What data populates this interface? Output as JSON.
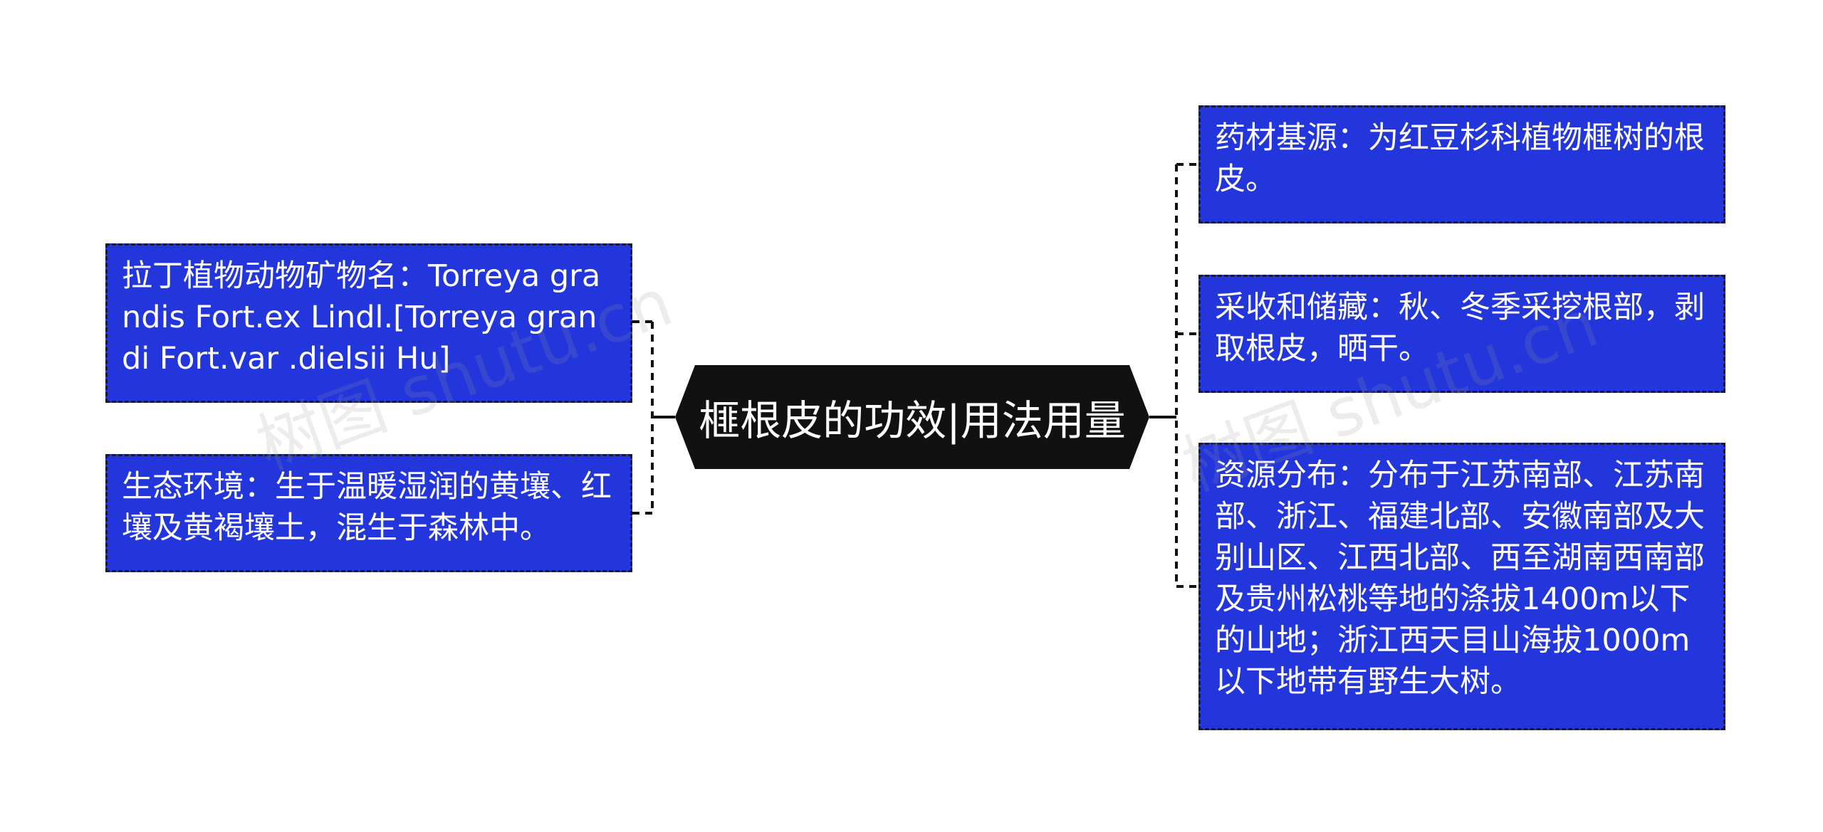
{
  "central_topic": {
    "title": "榧根皮的功效|用法用量"
  },
  "left_branches": [
    {
      "text": "拉丁植物动物矿物名：Torreya grandis Fort.ex Lindl.[Torreya grandi Fort.var .dielsii Hu]"
    },
    {
      "text": "生态环境：生于温暖湿润的黄壤、红壤及黄褐壤土，混生于森林中。"
    }
  ],
  "right_branches": [
    {
      "text": "药材基源：为红豆杉科植物榧树的根皮。"
    },
    {
      "text": "采收和储藏：秋、冬季采挖根部，剥取根皮，晒干。"
    },
    {
      "text": "资源分布：分布于江苏南部、江苏南部、浙江、福建北部、安徽南部及大别山区、江西北部、西至湖南西南部及贵州松桃等地的涤拔1400m以下的山地；浙江西天目山海拔1000m以下地带有野生大树。"
    }
  ],
  "watermark": {
    "text": "树图 shutu.cn"
  },
  "colors": {
    "node_fill": "#2336dc",
    "node_border": "#1a1a2e",
    "central_fill": "#111111",
    "connector": "#111111"
  }
}
